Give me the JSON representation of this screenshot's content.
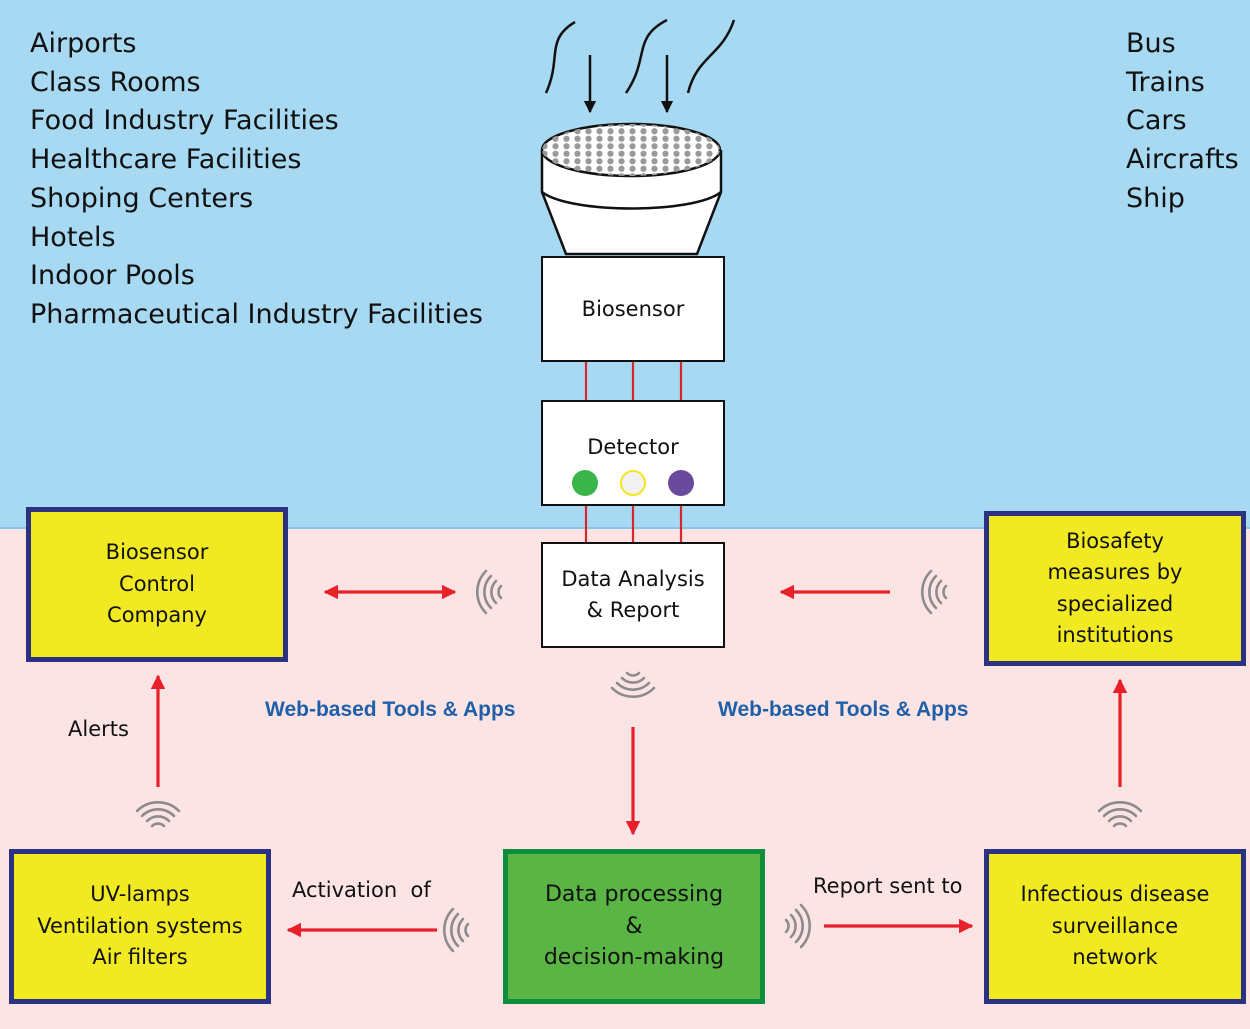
{
  "locations": {
    "buildings": [
      "Airports",
      "Class Rooms",
      "Food Industry Facilities",
      "Healthcare Facilities",
      "Shoping Centers",
      "Hotels",
      "Indoor Pools",
      "Pharmaceutical Industry Facilities"
    ],
    "transport": [
      "Bus",
      "Trains",
      "Cars",
      "Aircrafts",
      "Ship"
    ]
  },
  "boxes": {
    "biosensor": "Biosensor",
    "detector": "Detector",
    "analysis": [
      "Data Analysis",
      "& Report"
    ],
    "control_company": [
      "Biosensor",
      "Control",
      "Company"
    ],
    "biosafety": [
      "Biosafety",
      "measures by",
      "specialized",
      "institutions"
    ],
    "devices": [
      "UV-lamps",
      "Ventilation systems",
      "Air filters"
    ],
    "processing": [
      "Data processing",
      "&",
      "decision-making"
    ],
    "surveillance": [
      "Infectious disease",
      "surveillance",
      "network"
    ]
  },
  "labels": {
    "web_left": "Web-based Tools & Apps",
    "web_right": "Web-based Tools & Apps",
    "alerts": "Alerts",
    "activation": "Activation  of",
    "report_sent": "Report sent to"
  },
  "colors": {
    "sky": "#a7d9f3",
    "ground": "#fce4e5",
    "arrow": "#e8202a",
    "yellow_box": "#f1ea22",
    "yellow_box_border": "#2c3283",
    "green_box": "#5ab544",
    "green_box_border": "#0e8e3c",
    "web_text": "#1f5fa8",
    "wave_icon": "#8c8c8c",
    "indicator_colors": [
      "#3ab54a",
      "#f2f2f2",
      "#6a4a9c"
    ]
  }
}
